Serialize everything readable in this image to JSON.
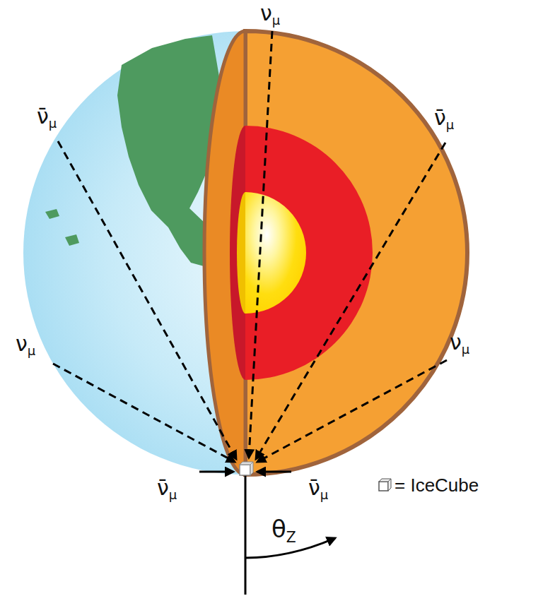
{
  "diagram": {
    "labels": [
      "νμ",
      "ν̄μ",
      "ν̄μ",
      "νμ",
      "νμ",
      "ν̄μ",
      "ν̄μ",
      "θZ"
    ],
    "legend": [
      {
        "text": "= IceCube"
      }
    ]
  }
}
